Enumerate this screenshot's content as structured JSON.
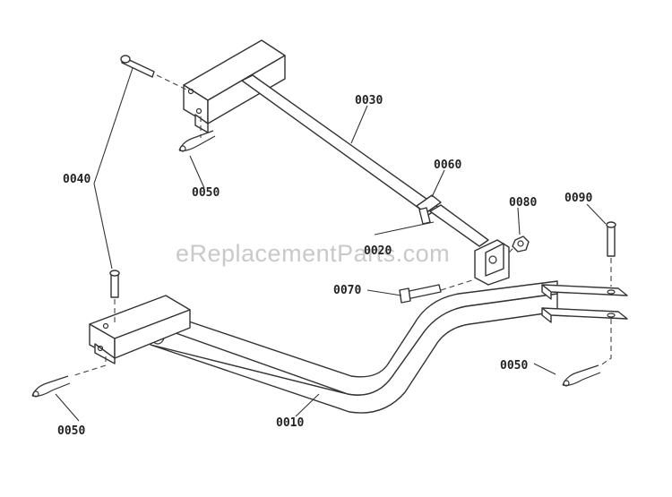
{
  "watermark": "eReplacementParts.com",
  "labels": {
    "p0010": "0010",
    "p0020": "0020",
    "p0030": "0030",
    "p0040": "0040",
    "p0050_top": "0050",
    "p0050_left": "0050",
    "p0050_right": "0050",
    "p0060": "0060",
    "p0070": "0070",
    "p0080": "0080",
    "p0090": "0090"
  }
}
